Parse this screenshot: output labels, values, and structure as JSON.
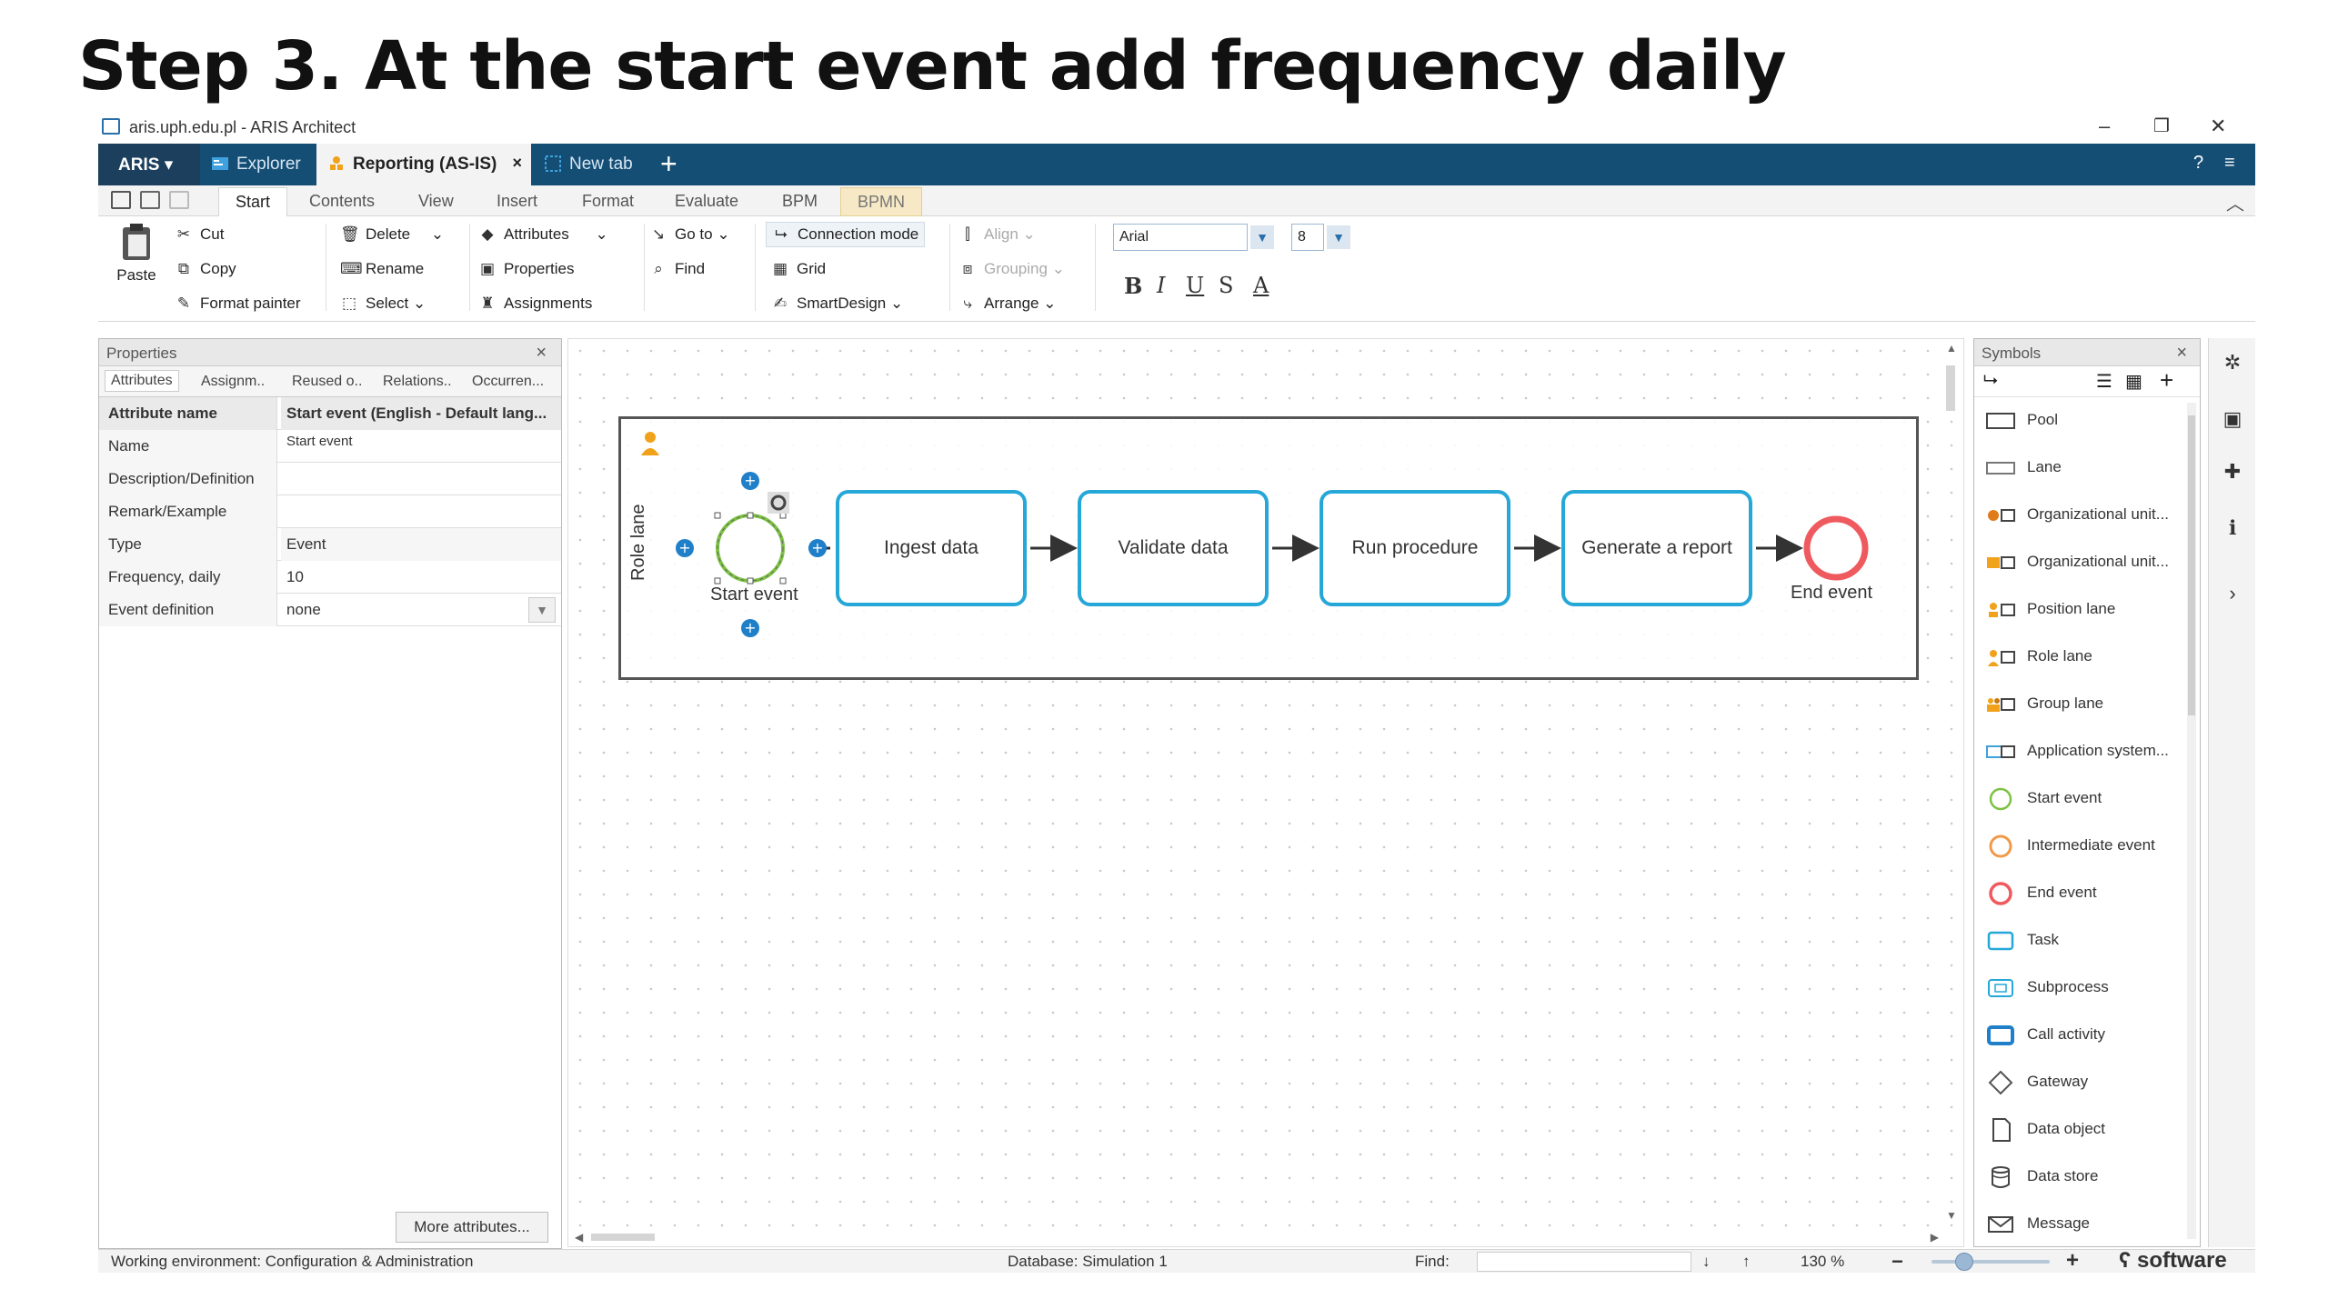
{
  "slide": {
    "title": "Step 3. At the start event add frequency daily"
  },
  "window": {
    "title": "aris.uph.edu.pl - ARIS Architect",
    "controls": {
      "minimize": "–",
      "restore": "❐",
      "close": "✕"
    }
  },
  "tabs": {
    "aris_label": "ARIS",
    "items": [
      {
        "label": "Explorer",
        "icon": "explorer-icon"
      },
      {
        "label": "Reporting (AS-IS)",
        "icon": "model-icon",
        "active": true,
        "close": "×"
      },
      {
        "label": "New tab",
        "icon": "new-tab-icon"
      }
    ],
    "add_label": "+",
    "help": "?",
    "menu": "≡"
  },
  "ribbon_tabs": [
    "Start",
    "Contents",
    "View",
    "Insert",
    "Format",
    "Evaluate",
    "BPM",
    "BPMN"
  ],
  "ribbon": {
    "clipboard": {
      "paste": "Paste",
      "cut": "Cut",
      "copy": "Copy",
      "format_painter": "Format painter"
    },
    "edit": {
      "delete": "Delete",
      "rename": "Rename",
      "select": "Select"
    },
    "object": {
      "attributes": "Attributes",
      "properties": "Properties",
      "assignments": "Assignments"
    },
    "navigate": {
      "goto": "Go to",
      "find": "Find"
    },
    "mode": {
      "connection_mode": "Connection mode",
      "grid": "Grid",
      "smartdesign": "SmartDesign"
    },
    "layout": {
      "align": "Align",
      "grouping": "Grouping",
      "arrange": "Arrange"
    },
    "font": {
      "family": "Arial",
      "size": "8",
      "bold": "B",
      "italic": "I",
      "underline": "U",
      "strike": "S",
      "color": "A"
    }
  },
  "properties": {
    "title": "Properties",
    "close": "×",
    "tabs": [
      "Attributes",
      "Assignm..",
      "Reused o..",
      "Relations..",
      "Occurren..."
    ],
    "header": {
      "name": "Attribute name",
      "value": "Start event (English - Default lang..."
    },
    "rows": [
      {
        "name": "Name",
        "value": "Start event"
      },
      {
        "name": "Description/Definition",
        "value": ""
      },
      {
        "name": "Remark/Example",
        "value": ""
      },
      {
        "name": "Type",
        "value": "Event"
      },
      {
        "name": "Frequency, daily",
        "value": "10"
      },
      {
        "name": "Event definition",
        "value": "none"
      }
    ],
    "more_button": "More attributes..."
  },
  "diagram": {
    "lane_label": "Role lane",
    "start_event": "Start event",
    "end_event": "End event",
    "tasks": [
      "Ingest data",
      "Validate data",
      "Run procedure",
      "Generate a report"
    ],
    "colors": {
      "task_border": "#25a7d8",
      "start_event": "#7cc243",
      "end_event": "#ef5a5f",
      "handle": "#1f7fc9"
    }
  },
  "symbols": {
    "title": "Symbols",
    "close": "×",
    "items": [
      {
        "label": "Pool",
        "icon": "pool-icon"
      },
      {
        "label": "Lane",
        "icon": "lane-icon"
      },
      {
        "label": "Organizational unit...",
        "icon": "org-unit-lane-icon"
      },
      {
        "label": "Organizational unit...",
        "icon": "org-unit-lane-2-icon"
      },
      {
        "label": "Position lane",
        "icon": "position-lane-icon"
      },
      {
        "label": "Role lane",
        "icon": "role-lane-icon"
      },
      {
        "label": "Group lane",
        "icon": "group-lane-icon"
      },
      {
        "label": "Application system...",
        "icon": "application-system-icon"
      },
      {
        "label": "Start event",
        "icon": "start-event-icon"
      },
      {
        "label": "Intermediate event",
        "icon": "intermediate-event-icon"
      },
      {
        "label": "End event",
        "icon": "end-event-icon"
      },
      {
        "label": "Task",
        "icon": "task-icon"
      },
      {
        "label": "Subprocess",
        "icon": "subprocess-icon"
      },
      {
        "label": "Call activity",
        "icon": "call-activity-icon"
      },
      {
        "label": "Gateway",
        "icon": "gateway-icon"
      },
      {
        "label": "Data object",
        "icon": "data-object-icon"
      },
      {
        "label": "Data store",
        "icon": "data-store-icon"
      },
      {
        "label": "Message",
        "icon": "message-icon"
      }
    ]
  },
  "status": {
    "environment": "Working environment: Configuration & Administration",
    "database": "Database: Simulation 1",
    "find_label": "Find:",
    "zoom": "130 %",
    "zoom_out": "−",
    "zoom_in": "+",
    "brand": "software"
  }
}
